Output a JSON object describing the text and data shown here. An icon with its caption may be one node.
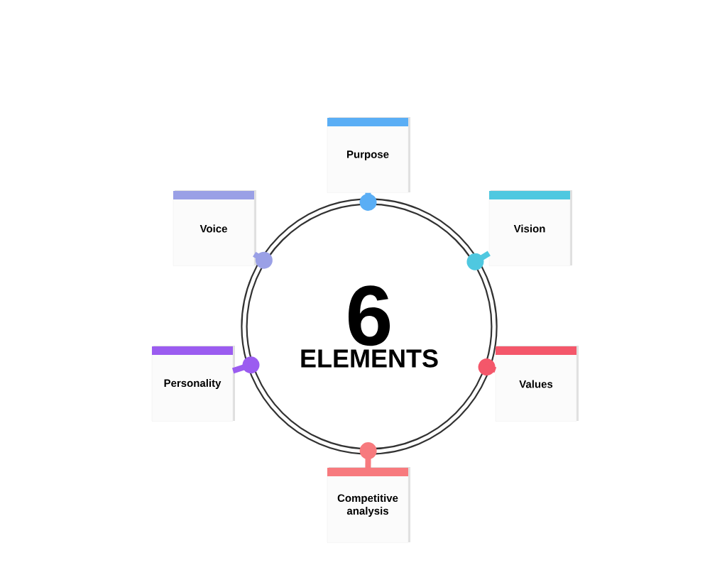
{
  "diagram": {
    "nodes": [
      {
        "text": [
          "Purpose"
        ]
      },
      {
        "text": [
          "Voice"
        ]
      },
      {
        "text": [
          "Vision"
        ]
      },
      {
        "text": [
          "6",
          "ELEMENTS"
        ]
      },
      {
        "text": [
          "Personality"
        ]
      },
      {
        "text": [
          "Values"
        ]
      },
      {
        "text": [
          "Competitive analysis"
        ]
      }
    ],
    "edges": [
      {
        "from": 0,
        "to": 3,
        "arrow": "other",
        "color": "#5aaef5"
      },
      {
        "from": 1,
        "to": 3,
        "arrow": "other",
        "color": "#9aa0e6"
      },
      {
        "from": 2,
        "to": 3,
        "arrow": "other",
        "color": "#4fc8e0"
      },
      {
        "from": 4,
        "to": 3,
        "arrow": "other",
        "color": "#9b5cf0"
      },
      {
        "from": 5,
        "to": 3,
        "arrow": "other",
        "color": "#f4576a"
      },
      {
        "from": 6,
        "to": 3,
        "arrow": "other",
        "color": "#f77a7e"
      }
    ]
  }
}
